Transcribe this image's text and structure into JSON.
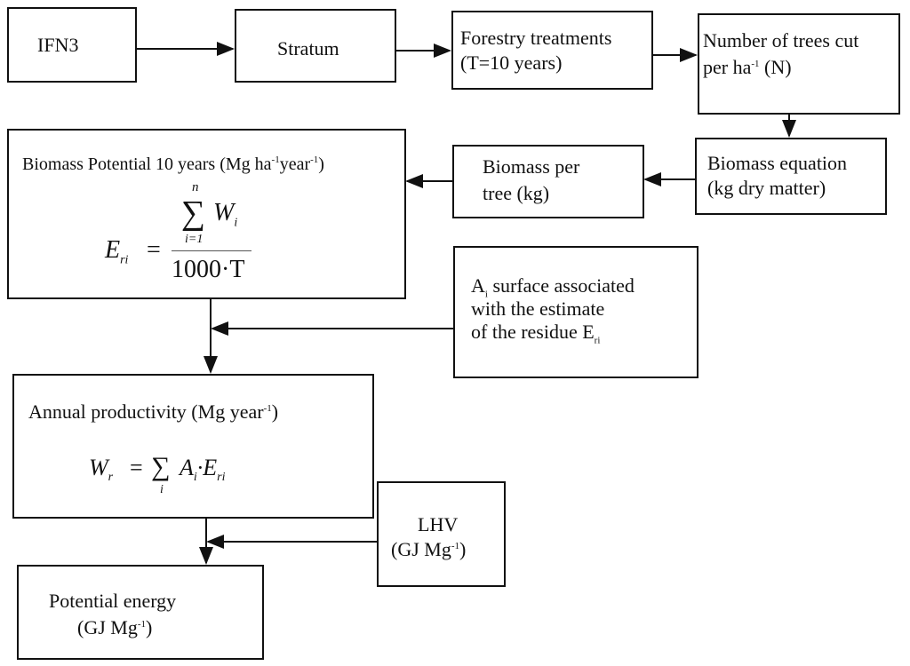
{
  "nodes": {
    "ifn3": "IFN3",
    "stratum": "Stratum",
    "forestry": {
      "line1": "Forestry treatments",
      "line2": "(T=10 years)"
    },
    "trees_cut": {
      "line1": "Number of trees cut",
      "line2_pre": "per ha",
      "line2_sup": "-1",
      "line2_post": " (N)"
    },
    "biomass_equation": {
      "line1": "Biomass equation",
      "line2": "(kg dry matter)"
    },
    "biomass_per_tree": {
      "line1": "Biomass per",
      "line2": "tree (kg)"
    },
    "biomass_potential": {
      "title_pre": "Biomass Potential 10 years  (Mg ha",
      "sup1": "-1",
      "title_mid": "year",
      "sup2": "-1",
      "title_post": ")",
      "formula": {
        "lhs": "E",
        "lhs_sub": "ri",
        "eq": "=",
        "sum": "∑",
        "upper": "n",
        "lower": "i=1",
        "num": "W",
        "num_sub": "i",
        "den": "1000·T"
      }
    },
    "surface": {
      "line1_pre": "A",
      "line1_sub": "i",
      "line1_post": " surface associated",
      "line2": "with the estimate",
      "line3_pre": "of the residue E",
      "line3_sub": "ri"
    },
    "annual_productivity": {
      "title_pre": "Annual productivity (Mg year",
      "sup": "-1",
      "title_post": ")",
      "formula": {
        "lhs": "W",
        "lhs_sub": "r",
        "eq": "=",
        "sum": "∑",
        "lower": "i",
        "a": "A",
        "a_sub": "i",
        "dot": "·",
        "e": "E",
        "e_sub": "ri"
      }
    },
    "lhv": {
      "line1": "LHV",
      "line2_pre": "(GJ Mg",
      "sup": "-1",
      "line2_post": ")"
    },
    "potential_energy": {
      "line1": "Potential energy",
      "line2_pre": "(GJ Mg",
      "sup": "-1",
      "line2_post": ")"
    }
  }
}
